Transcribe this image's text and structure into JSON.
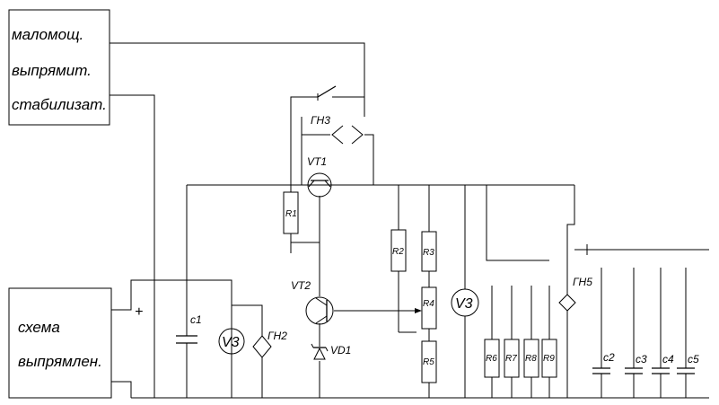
{
  "blocks": {
    "lowpower": {
      "line1": "маломощ.",
      "line2": "выпрямит.",
      "line3": "стабилизат."
    },
    "rectifier": {
      "line1": "схема",
      "line2": "выпрямлен."
    }
  },
  "labels": {
    "plus": "+",
    "gn3": "ГН3",
    "vt1": "VT1",
    "vt2": "VT2",
    "vd1": "VD1",
    "gn2": "ГН2",
    "gn5": "ГН5",
    "c1": "с1",
    "c2": "с2",
    "c3": "с3",
    "c4": "с4",
    "c5": "с5",
    "v3_left": "V3",
    "v3_mid": "V3",
    "r1": "R1",
    "r2": "R2",
    "r3": "R3",
    "r4": "R4",
    "r5": "R5",
    "r6": "R6",
    "r7": "R7",
    "r8": "R8",
    "r9": "R9"
  }
}
